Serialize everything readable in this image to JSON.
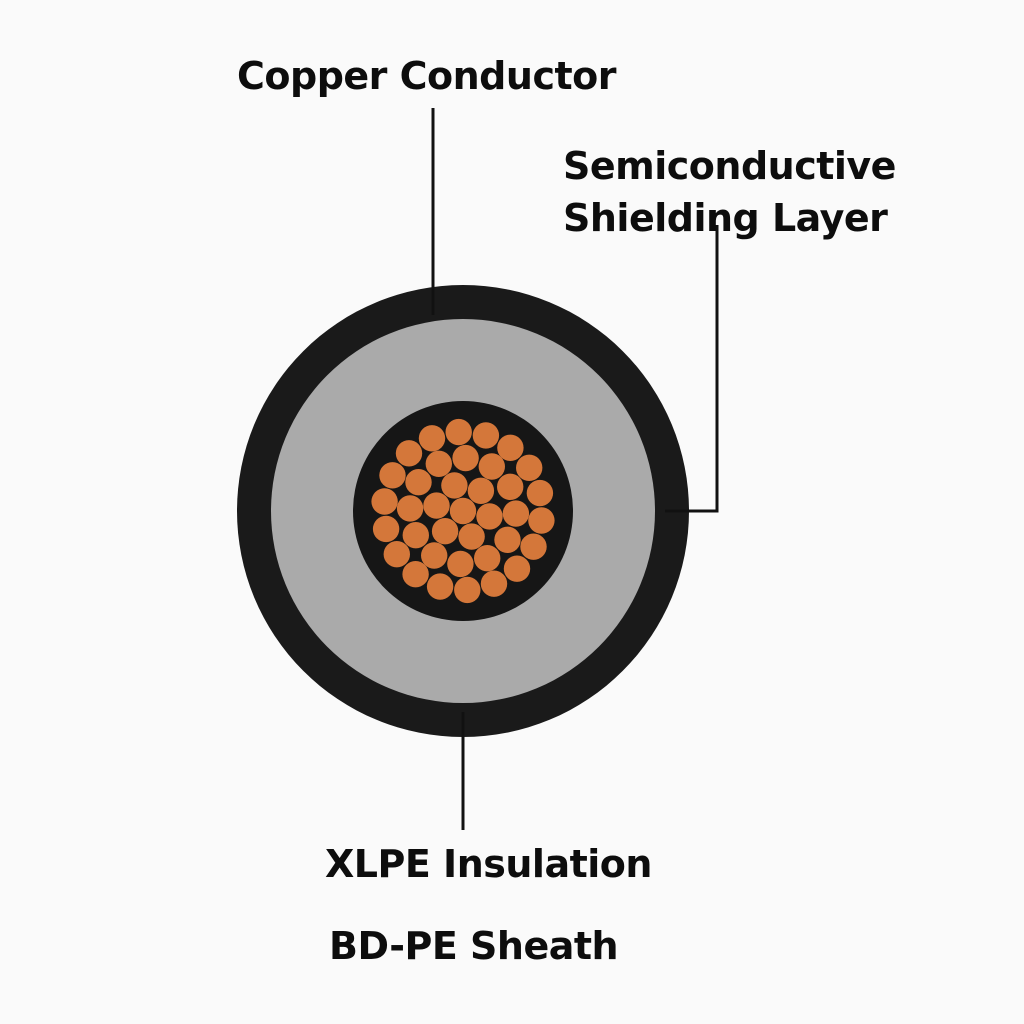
{
  "labels": {
    "copper_conductor": "Copper Conductor",
    "semiconductive_line1": "Semiconductive",
    "semiconductive_line2": "Shielding Layer",
    "xlpe_insulation": "XLPE Insulation",
    "bdpe_sheath": "BD-PE Sheath"
  },
  "colors": {
    "background": "#fafafa",
    "outer_sheath": "#1a1a1a",
    "insulation": "#aaaaaa",
    "conductor_bed": "#161616",
    "copper_strand": "#d4773a",
    "leader_line": "#111111",
    "text": "#0d0d0d"
  },
  "icons": {
    "cable_cross_section": "cable-cross-section-icon"
  }
}
